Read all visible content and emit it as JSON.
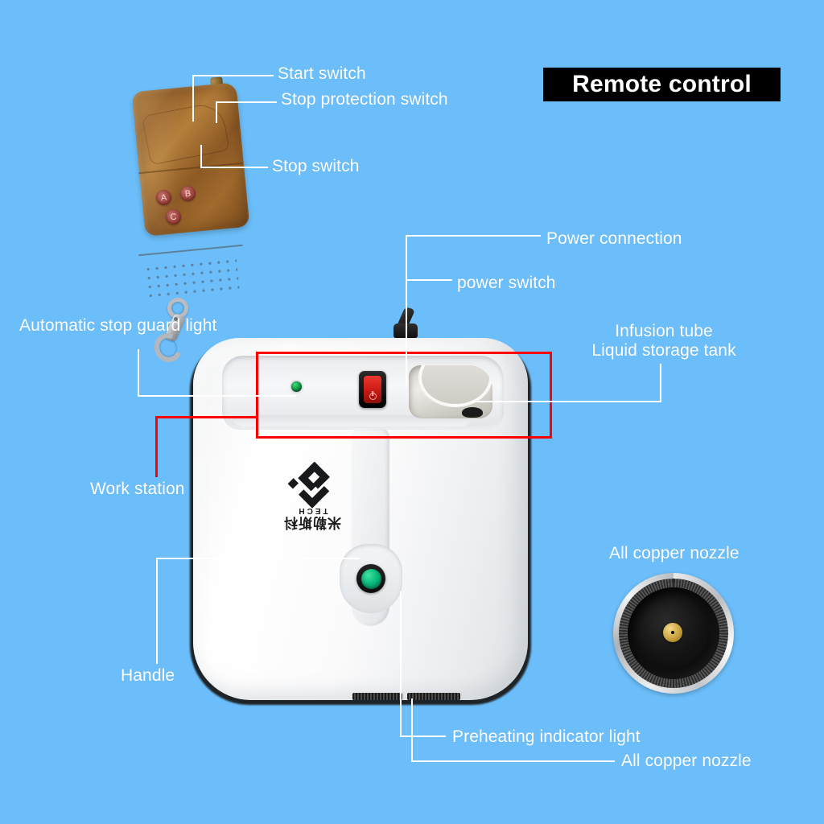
{
  "background_color": "#6CBEFA",
  "title_badge": {
    "text": "Remote control",
    "background_color": "#000000",
    "text_color": "#FFFFFF"
  },
  "remote": {
    "name": "remote-control",
    "buttons": [
      {
        "glyph": "A",
        "function": "Start switch"
      },
      {
        "glyph": "B",
        "function": "Stop protection switch"
      },
      {
        "glyph": "C",
        "function": "Stop switch"
      }
    ],
    "callouts": [
      {
        "id": "start-switch",
        "text": "Start switch"
      },
      {
        "id": "stop-protection-switch",
        "text": "Stop protection switch"
      },
      {
        "id": "stop-switch",
        "text": "Stop switch"
      }
    ]
  },
  "device": {
    "name": "steam-cleaner-main-unit",
    "logo": {
      "chinese": "米勒斯科",
      "english": "TECH"
    },
    "highlight_box_color": "#FF0000",
    "callouts": [
      {
        "id": "power-connection",
        "text": "Power connection"
      },
      {
        "id": "power-switch",
        "text": "power switch"
      },
      {
        "id": "automatic-stop-guard-light",
        "text": "Automatic stop guard light"
      },
      {
        "id": "infusion-tube",
        "text": "Infusion tube"
      },
      {
        "id": "liquid-storage-tank",
        "text": "Liquid storage tank"
      },
      {
        "id": "work-station",
        "text": "Work station"
      },
      {
        "id": "handle",
        "text": "Handle"
      },
      {
        "id": "all-copper-nozzle-right",
        "text": "All copper nozzle"
      },
      {
        "id": "preheating-indicator-light",
        "text": "Preheating indicator light"
      },
      {
        "id": "all-copper-nozzle-bottom",
        "text": "All copper nozzle"
      }
    ],
    "indicator_colors": {
      "automatic_stop_guard_light": "#0F8A3D",
      "power_switch": "#C71A14",
      "preheating_indicator_light": "#06B87A"
    }
  }
}
